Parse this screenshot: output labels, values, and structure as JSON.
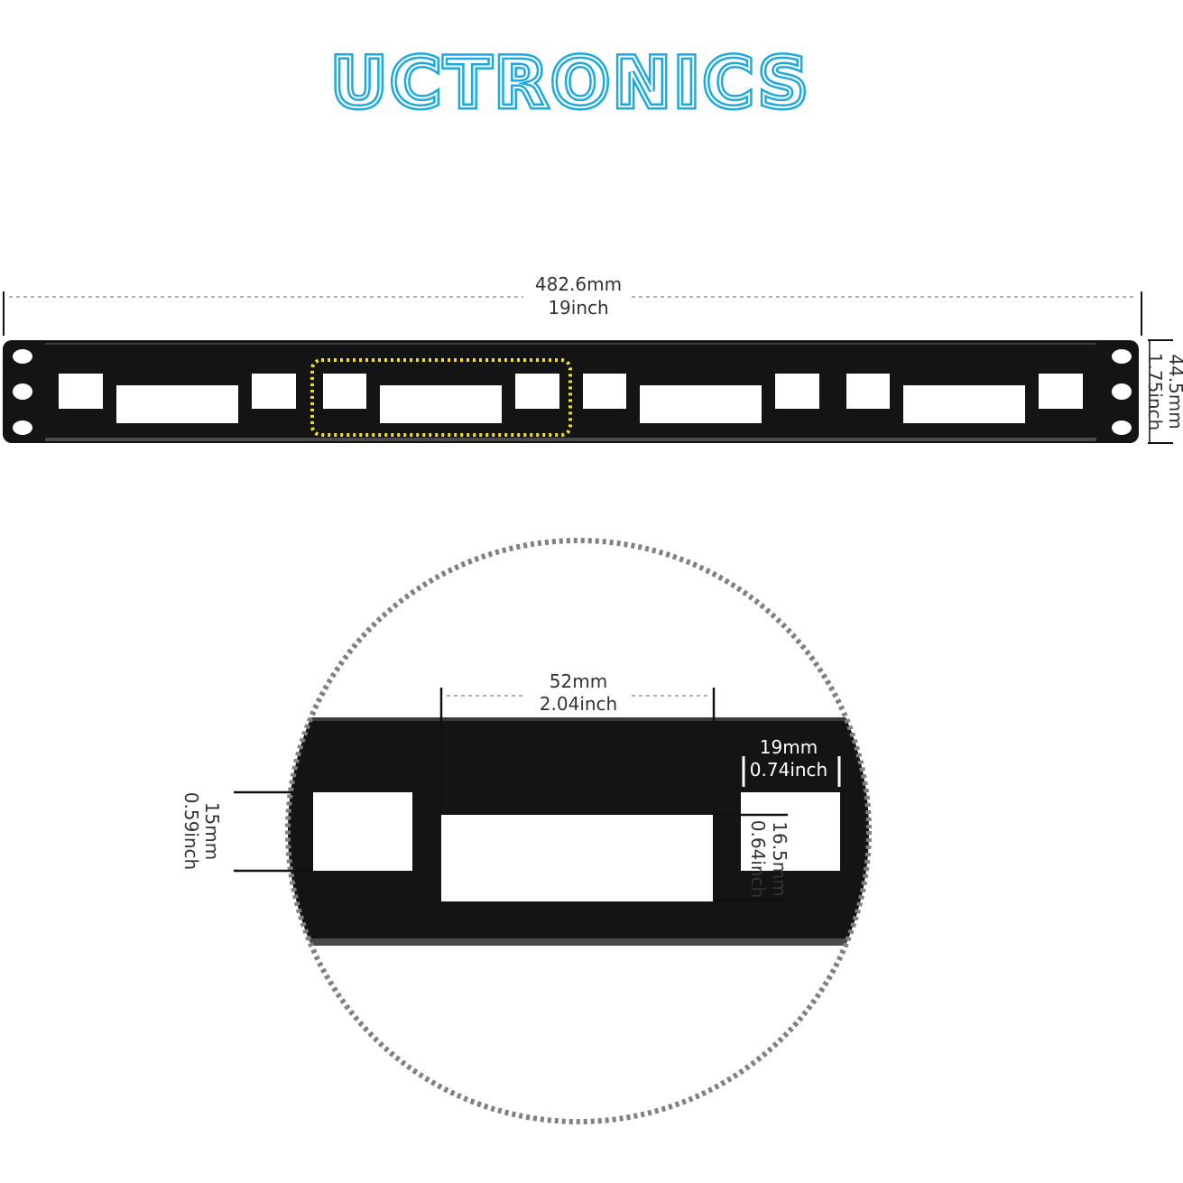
{
  "brand": {
    "logo_text": "UCTRONICS",
    "color": "#1ba9e0"
  },
  "overall_width": {
    "mm": "482.6mm",
    "inch": "19inch"
  },
  "overall_height": {
    "mm": "44.5mm",
    "inch": "1.75inch"
  },
  "detail": {
    "large_port_width": {
      "mm": "52mm",
      "inch": "2.04inch"
    },
    "small_port_width": {
      "mm": "19mm",
      "inch": "0.74inch"
    },
    "large_port_height": {
      "mm": "16.5mm",
      "inch": "0.64inch"
    },
    "small_port_height": {
      "mm": "15mm",
      "inch": "0.59inch"
    }
  },
  "colors": {
    "panel": "#141414",
    "highlight": "#f2e21b",
    "zoom_circle": "#808080",
    "dimension_line": "#111111"
  }
}
